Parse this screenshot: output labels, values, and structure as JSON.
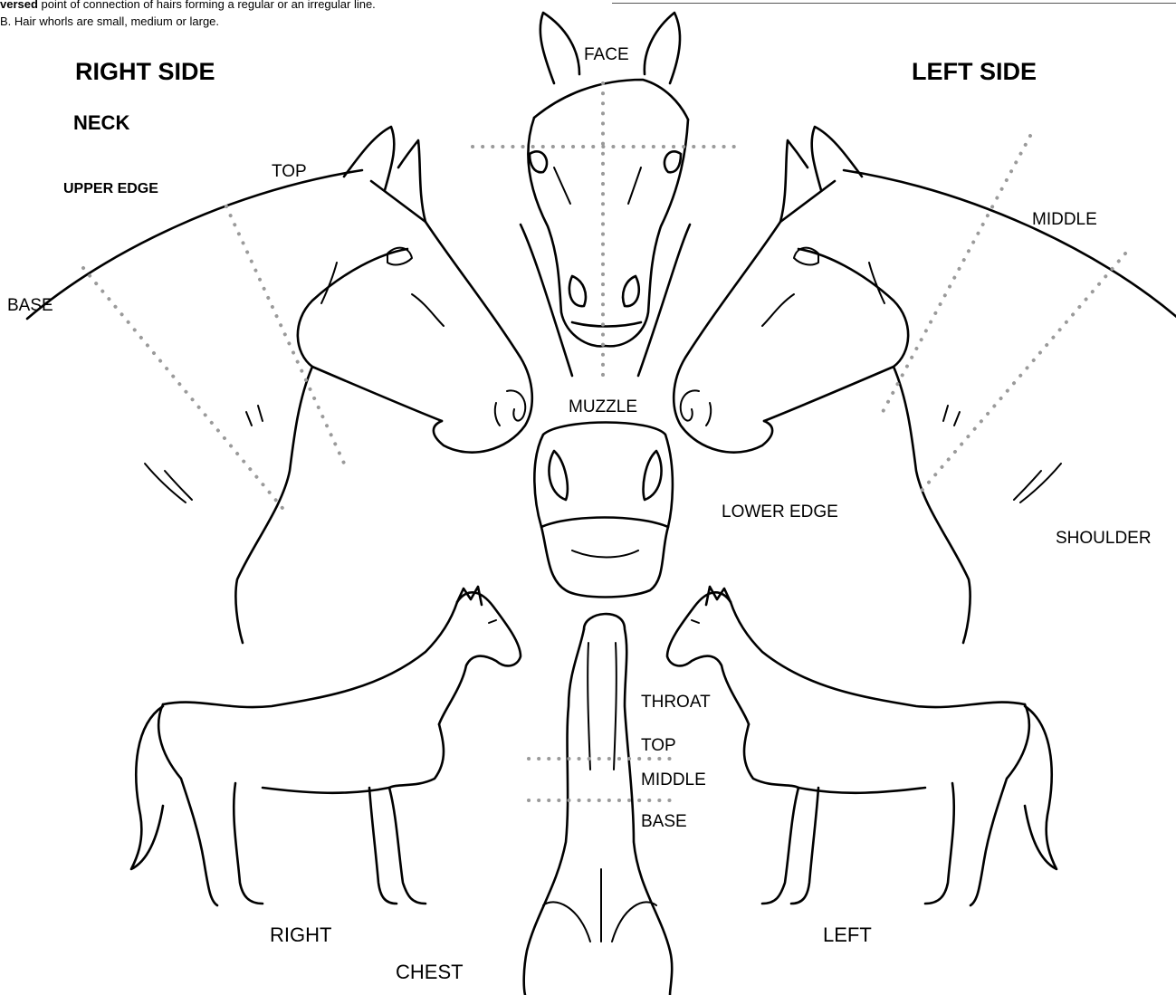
{
  "notes": {
    "line1_bold": "versed",
    "line1_rest": " point of connection of hairs forming a regular or an irregular line.",
    "line2": "B. Hair whorls are small, medium or large."
  },
  "headers": {
    "right_side": "RIGHT SIDE",
    "left_side": "LEFT SIDE"
  },
  "labels": {
    "neck": "NECK",
    "upper_edge": "UPPER EDGE",
    "top_neck": "TOP",
    "base_neck": "BASE",
    "face": "FACE",
    "muzzle": "MUZZLE",
    "middle_neck": "MIDDLE",
    "lower_edge": "LOWER EDGE",
    "shoulder": "SHOULDER",
    "throat": "THROAT",
    "top_throat": "TOP",
    "middle_throat": "MIDDLE",
    "base_throat": "BASE",
    "right": "RIGHT",
    "left": "LEFT",
    "chest": "CHEST"
  }
}
